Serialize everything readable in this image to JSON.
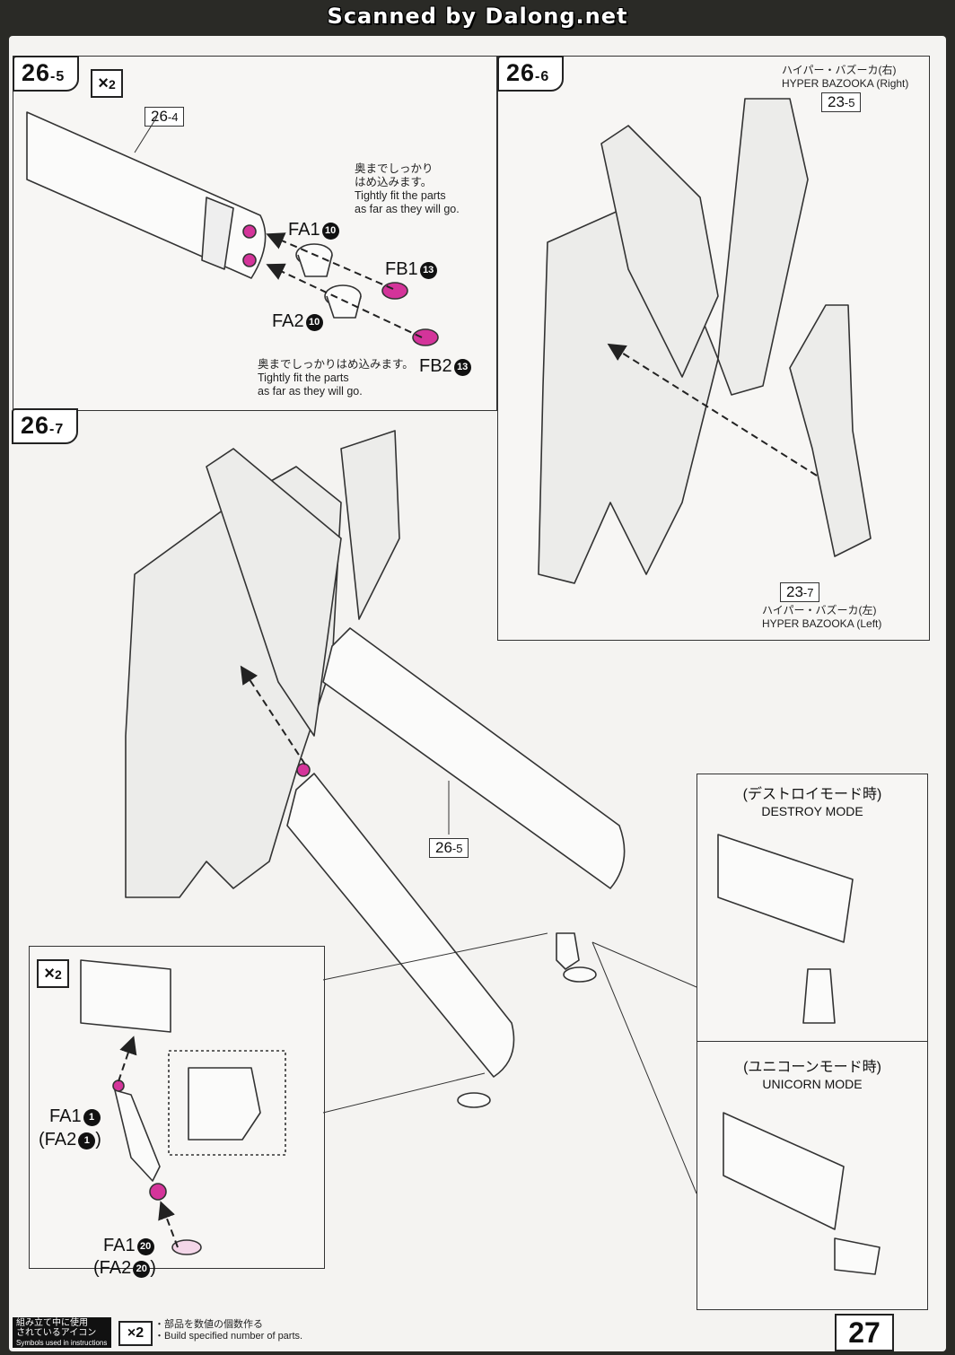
{
  "watermark": "Scanned by Dalong.net",
  "page_number": "27",
  "steps": {
    "s265": {
      "label_main": "26",
      "label_sub": "-5",
      "multiplier": "×2",
      "mult_sub": "2"
    },
    "s266": {
      "label_main": "26",
      "label_sub": "-6"
    },
    "s267": {
      "label_main": "26",
      "label_sub": "-7"
    }
  },
  "refs": {
    "r264": {
      "main": "26",
      "sub": "-4"
    },
    "r235": {
      "main": "23",
      "sub": "-5"
    },
    "r237": {
      "main": "23",
      "sub": "-7"
    },
    "r265": {
      "main": "26",
      "sub": "-5"
    }
  },
  "notes": {
    "fit_upper_jp1": "奥までしっかり",
    "fit_upper_jp2": "はめ込みます。",
    "fit_upper_en1": "Tightly fit the parts",
    "fit_upper_en2": "as far as they will go.",
    "fit_lower_jp": "奥までしっかりはめ込みます。",
    "fit_lower_en1": "Tightly fit the parts",
    "fit_lower_en2": "as far as they will go."
  },
  "parts": {
    "fa1": {
      "code": "FA1",
      "num": "10"
    },
    "fb1": {
      "code": "FB1",
      "num": "13"
    },
    "fa2": {
      "code": "FA2",
      "num": "10"
    },
    "fb2": {
      "code": "FB2",
      "num": "13"
    },
    "sub_fa1": {
      "code": "FA1",
      "num": "1"
    },
    "sub_fa2": {
      "code": "(FA2",
      "num": "1",
      "close": ")"
    },
    "sub_fa1b": {
      "code": "FA1",
      "num": "20"
    },
    "sub_fa2b": {
      "code": "(FA2",
      "num": "20",
      "close": ")"
    }
  },
  "bazooka": {
    "right_jp": "ハイパー・バズーカ(右)",
    "right_en": "HYPER BAZOOKA (Right)",
    "left_jp": "ハイパー・バズーカ(左)",
    "left_en": "HYPER BAZOOKA (Left)"
  },
  "modes": {
    "destroy_jp": "(デストロイモード時)",
    "destroy_en": "DESTROY MODE",
    "unicorn_jp": "(ユニコーンモード時)",
    "unicorn_en": "UNICORN MODE"
  },
  "footer": {
    "icon_label_jp1": "組み立て中に使用",
    "icon_label_jp2": "されているアイコン",
    "icon_label_en": "Symbols used in instructions",
    "mult_icon": "×2",
    "desc_jp": "・部品を数値の個数作る",
    "desc_en": "・Build specified number of parts."
  },
  "colors": {
    "accent": "#d4349a",
    "line": "#222222",
    "paper": "#f4f3f1"
  }
}
